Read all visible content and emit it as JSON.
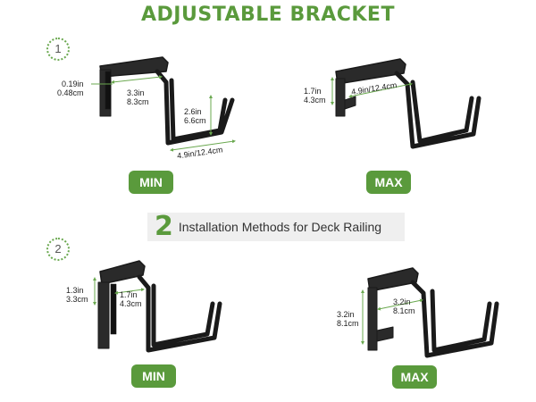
{
  "title": "ADJUSTABLE BRACKET",
  "section1": {
    "step": "1",
    "min": {
      "badge": "MIN",
      "thickness": "0.19in\n0.48cm",
      "depth": "3.3in\n8.3cm",
      "height": "2.6in\n6.6cm",
      "width": "4.9in/12.4cm"
    },
    "max": {
      "badge": "MAX",
      "height": "1.7in\n4.3cm",
      "width": "4.9in/12.4cm"
    }
  },
  "banner": {
    "number": "2",
    "text": "Installation Methods for Deck Railing"
  },
  "section2": {
    "step": "2",
    "min": {
      "badge": "MIN",
      "height": "1.3in\n3.3cm",
      "depth": "1.7in\n4.3cm"
    },
    "max": {
      "badge": "MAX",
      "height": "3.2in\n8.1cm",
      "depth": "3.2in\n8.1cm"
    }
  },
  "colors": {
    "accent": "#5a9a3c",
    "bracket": "#1a1a1a",
    "dimension_line": "#6aa84f"
  }
}
